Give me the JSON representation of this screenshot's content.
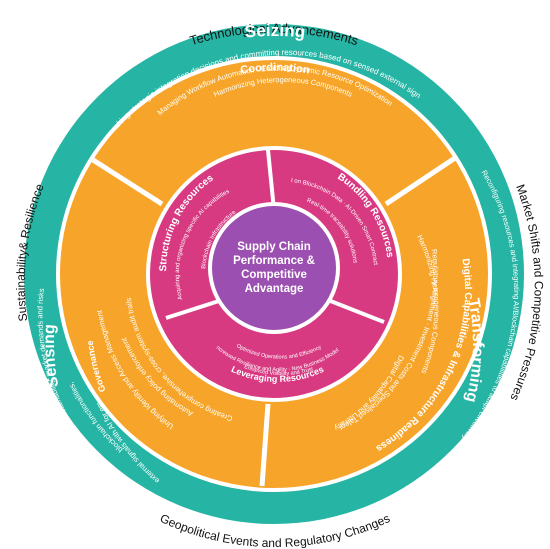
{
  "outer_labels": {
    "top": "Technological Advancements",
    "right": "Market Shifts and Competitive Pressures",
    "bottom": "Geopolitical Events and Regulatory Changes",
    "left": "Sustainability& Resilience"
  },
  "capabilities": {
    "seizing": {
      "title": "Seizing",
      "desc": "Making strategic integration decisions and committing resources based on sensed external signals"
    },
    "transforming": {
      "title": "Transforming",
      "desc": "Reconfiguring resources and integrating AI/Blockchain capabilities to adapt effectively"
    },
    "sensing": {
      "title": "Sensing",
      "desc1": "Sustainability, market demands and risks",
      "desc2": "blockchain functionalities,",
      "desc3": "Assessing external signals with AI for emerging tech"
    }
  },
  "middle_ring": {
    "coordination": {
      "title": "Coordination",
      "item1": "Managing Workflow Automation · EnablingDynamic Resource Optimization",
      "item2": "Harmonizing Heterogeneous Components"
    },
    "digital": {
      "title": "Digital Capabilities & Infrastructure Readiness",
      "item1": "Harmonizing Heterogeneous Components",
      "item2": "Regulatory Alignment · Investment Costs and Specialised Talent",
      "item3": "Digital Capability and Literacy"
    },
    "governance": {
      "title": "Governance",
      "item1": "Unifying Identity and Access Management",
      "item2": "Automating policy enforcement",
      "item3": "Creating comprehensive, cross-system audit trails"
    }
  },
  "inner_ring": {
    "structuring": {
      "title": "Structuring Resources",
      "item1": "Acquiring and organizing specific AI capabilities",
      "item2": "Blockchain Infrastructure"
    },
    "bundling": {
      "title": "Bundling Resources",
      "item1": "AI on Blockchain Data · AI-Driven Smart Contracts",
      "item2": "Real-time traceability solutions"
    },
    "leveraging": {
      "title": "Leveraging Resources",
      "item1": "Optimized Operations and Efficiency",
      "item2": "Increased Resilience and Agility · New Business Models",
      "item3": "Enhanced Visibility and Trust"
    }
  },
  "center": {
    "line1": "Supply Chain",
    "line2": "Performance &",
    "line3": "Competitive",
    "line4": "Advantage"
  },
  "colors": {
    "teal": "#26b5a4",
    "orange": "#f7a52a",
    "orange_dark": "#e8901a",
    "magenta": "#d83a82",
    "purple": "#9b4fb0",
    "white": "#ffffff",
    "text_dark": "#111111"
  }
}
